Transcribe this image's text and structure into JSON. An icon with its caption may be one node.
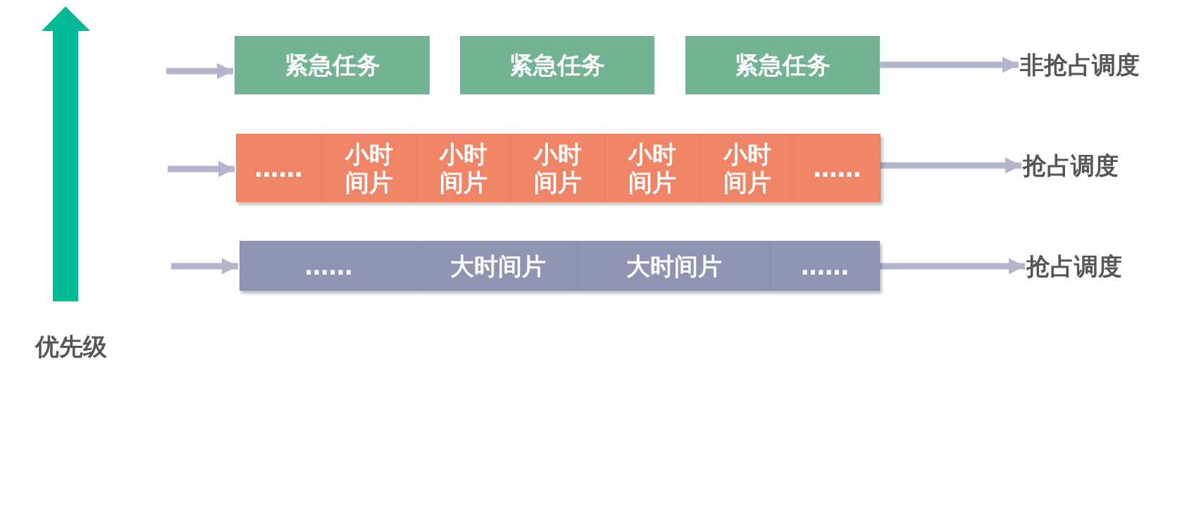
{
  "diagram": {
    "nodes": [
      {
        "text": [
          "紧急任务"
        ]
      },
      {
        "text": [
          "紧急任务"
        ]
      },
      {
        "text": [
          "紧急任务"
        ]
      },
      {
        "text": [
          "非抢占调度"
        ]
      },
      {
        "text": [],
        "shape": "bar"
      },
      {
        "text": [
          "……"
        ],
        "in": 4
      },
      {
        "text": [
          "小时间片"
        ],
        "in": 4
      },
      {
        "text": [
          "小时间片"
        ],
        "in": 4
      },
      {
        "text": [
          "小时间片"
        ],
        "in": 4
      },
      {
        "text": [
          "小时间片"
        ],
        "in": 4
      },
      {
        "text": [
          "小时间片"
        ],
        "in": 4
      },
      {
        "text": [
          "……"
        ],
        "in": 4
      },
      {
        "text": [
          "抢占调度"
        ]
      },
      {
        "text": [],
        "shape": "bar"
      },
      {
        "text": [
          "……"
        ],
        "in": 13
      },
      {
        "text": [
          "大时间片"
        ],
        "in": 13
      },
      {
        "text": [
          "大时间片"
        ],
        "in": 13
      },
      {
        "text": [
          "……"
        ],
        "in": 13
      },
      {
        "text": [
          "抢占调度"
        ]
      }
    ],
    "edges": [
      {
        "from": null,
        "to": 0,
        "arrow": "to"
      },
      {
        "from": 2,
        "to": 3,
        "arrow": "to"
      },
      {
        "from": null,
        "to": 4,
        "arrow": "to"
      },
      {
        "from": 4,
        "to": 12,
        "arrow": "to"
      },
      {
        "from": null,
        "to": 13,
        "arrow": "to"
      },
      {
        "from": 13,
        "to": 18,
        "arrow": "to"
      }
    ],
    "labels": [
      "优先级"
    ]
  }
}
